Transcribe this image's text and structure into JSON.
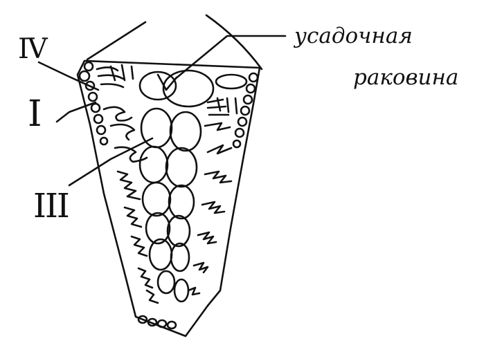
{
  "diagram": {
    "labels": {
      "roman_iv": "IV",
      "roman_i": "I",
      "roman_iii": "III",
      "annotation_line1": "усадочная",
      "annotation_line2": "раковина"
    },
    "colors": {
      "ink": "#111111",
      "background": "#ffffff"
    }
  }
}
